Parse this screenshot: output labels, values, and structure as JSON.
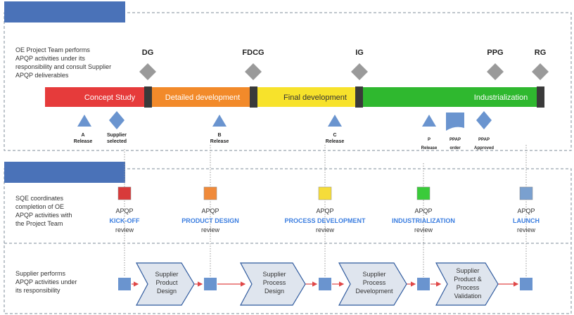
{
  "top_panel": {
    "description_lines": [
      "OE Project Team performs",
      "APQP activities under its",
      "responsibility and consult Supplier",
      "APQP deliverables"
    ],
    "gates": [
      {
        "label": "DG"
      },
      {
        "label": "FDCG"
      },
      {
        "label": "IG"
      },
      {
        "label": "PPG"
      },
      {
        "label": "RG"
      }
    ],
    "phases": [
      {
        "label": "Concept Study",
        "color": "#e63b3b"
      },
      {
        "label": "Detailed development",
        "color": "#f28a2a"
      },
      {
        "label": "Final development",
        "color": "#f7e22b"
      },
      {
        "label": "Industrialization",
        "color": "#2fb82f"
      }
    ],
    "milestones": [
      {
        "lines": [
          "A",
          "Release"
        ]
      },
      {
        "lines": [
          "Supplier",
          "selected"
        ]
      },
      {
        "lines": [
          "B",
          "Release"
        ]
      },
      {
        "lines": [
          "C",
          "Release"
        ]
      },
      {
        "lines": [
          "P",
          "Release"
        ]
      },
      {
        "lines": [
          "PPAP",
          "order"
        ]
      },
      {
        "lines": [
          "PPAP",
          "Approved"
        ]
      }
    ]
  },
  "middle_panel": {
    "description_lines": [
      "SQE coordinates",
      "completion of OE",
      "APQP activities with",
      "the Project Team"
    ],
    "reviews": [
      {
        "top": "APQP",
        "name": "KICK-OFF",
        "bottom": "review",
        "color": "#d83a3a"
      },
      {
        "top": "APQP",
        "name": "PRODUCT DESIGN",
        "bottom": "review",
        "color": "#f08a3a"
      },
      {
        "top": "APQP",
        "name": "PROCESS DEVELOPMENT",
        "bottom": "review",
        "color": "#f5dc3a"
      },
      {
        "top": "APQP",
        "name": "INDUSTRIALIZATION",
        "bottom": "review",
        "color": "#3acb3a"
      },
      {
        "top": "APQP",
        "name": "LAUNCH",
        "bottom": "review",
        "color": "#7aa0cf"
      }
    ]
  },
  "bottom_panel": {
    "description_lines": [
      "Supplier performs",
      "APQP activities under",
      "its responsibility"
    ],
    "activities": [
      {
        "lines": [
          "Supplier",
          "Product",
          "Design"
        ]
      },
      {
        "lines": [
          "Supplier",
          "Process",
          "Design"
        ]
      },
      {
        "lines": [
          "Supplier",
          "Process",
          "Development"
        ]
      },
      {
        "lines": [
          "Supplier",
          "Product &",
          "Process",
          "Validation"
        ]
      }
    ]
  },
  "colors": {
    "accent_blue": "#4a72b8",
    "link_blue": "#3a7de0",
    "gate_gray": "#9a9a9a",
    "arrow_red": "#e04848"
  }
}
